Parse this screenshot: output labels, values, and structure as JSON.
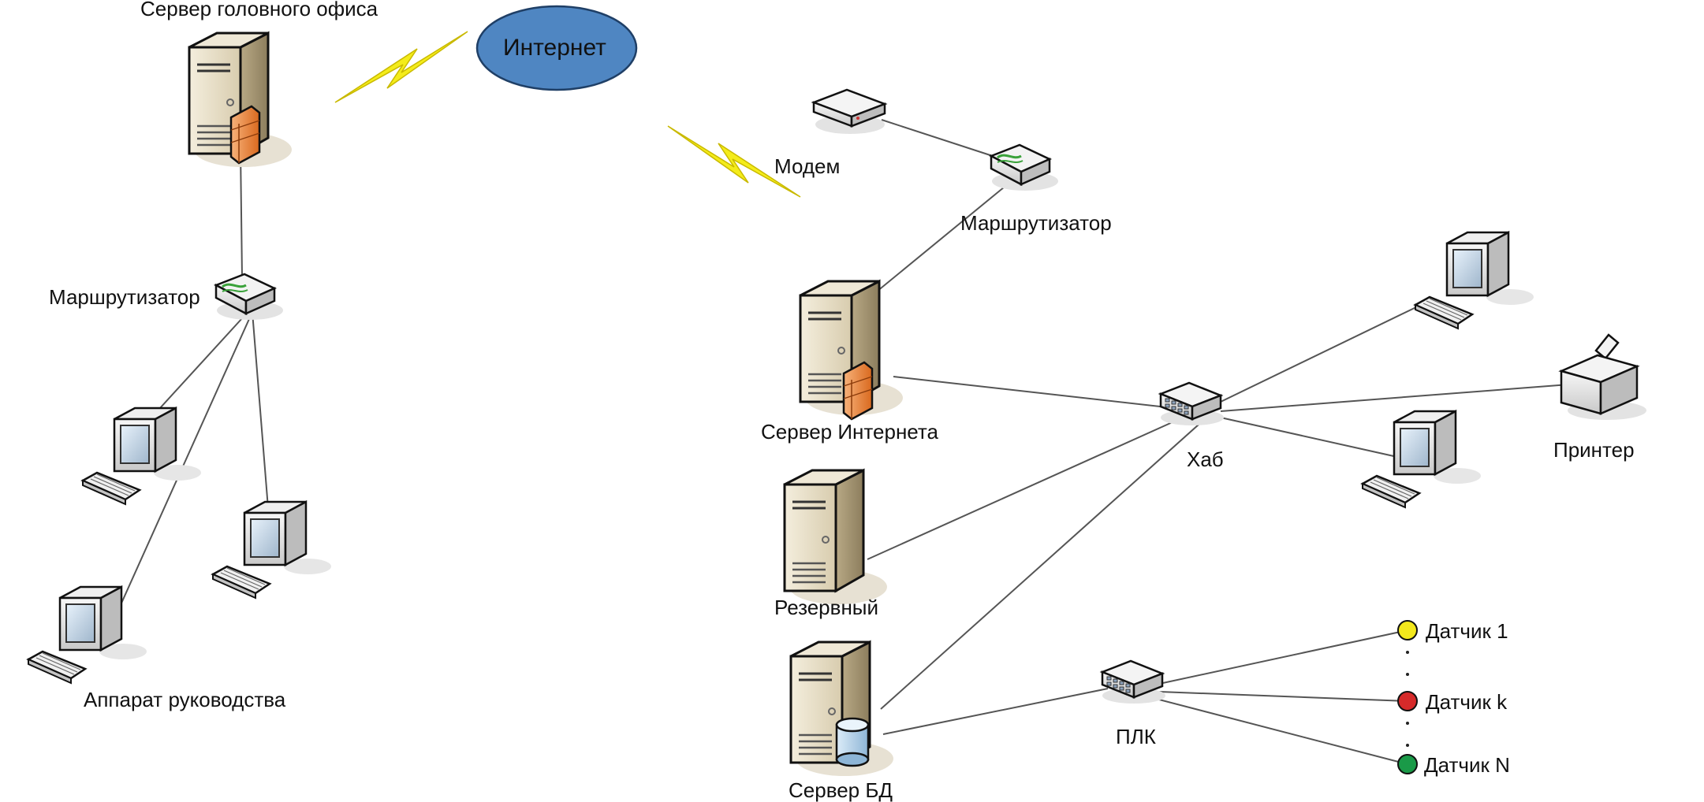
{
  "labels": {
    "head_server": "Сервер головного офиса",
    "internet": "Интернет",
    "router_left": "Маршрутизатор",
    "management": "Аппарат руководства",
    "modem": "Модем",
    "router_right": "Маршрутизатор",
    "internet_server": "Сервер Интернета",
    "hub": "Хаб",
    "printer": "Принтер",
    "reserve": "Резервный",
    "db_server": "Сервер БД",
    "plc": "ПЛК",
    "sensor_1": "Датчик 1",
    "sensor_k": "Датчик k",
    "sensor_n": "Датчик N"
  },
  "colors": {
    "internet_fill": "#4f86c2",
    "lightning": "#f4ec1a",
    "sensor_1": "#f3e81c",
    "sensor_k": "#d62a2a",
    "sensor_n": "#1a9a48",
    "line": "#555555"
  },
  "icons": [
    "server-icon",
    "firewall-icon",
    "router-icon",
    "modem-icon",
    "computer-icon",
    "hub-icon",
    "printer-icon",
    "database-icon",
    "sensor-icon",
    "lightning-icon"
  ]
}
